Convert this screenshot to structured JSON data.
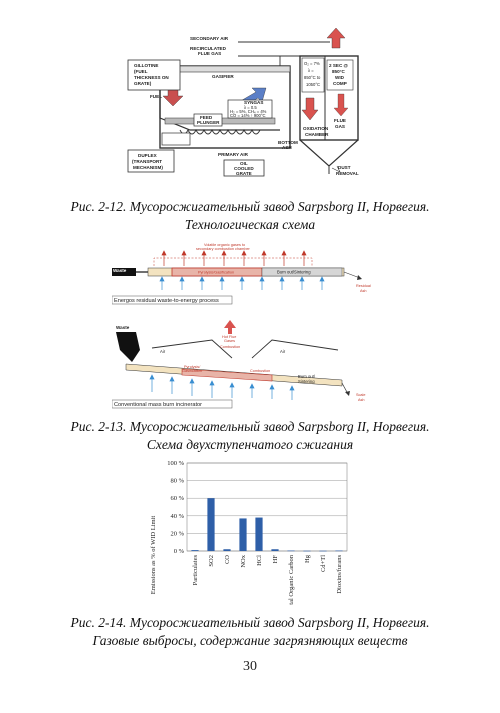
{
  "figure_12": {
    "labels": {
      "secondary_air": "SECONDARY AIR",
      "recirculated": "RECIRCULATED",
      "flue_gas": "FLUE GAS",
      "gillotine": "GILLOTINE",
      "fuel": "(FUEL",
      "thickness": "THICKNESS ON",
      "grate": "GRATE)",
      "fuel_arrow": "FUEL",
      "gasifier": "GASIFIER",
      "feed": "FEED",
      "plunger": "PLUNGER",
      "syngas": "SYNGAS",
      "lambda": "λ = 0.5",
      "h2_ch4": "H₂ = 5%, CH₄ = 4%",
      "co_temp": "CO = 14% ↑  900°C",
      "bottom": "BOTTOM",
      "ash": "ASH",
      "primary_air": "PRIMARY AIR",
      "duplex": "DUPLEX",
      "transport": "(TRANSPORT",
      "mechanism": "MECHANISM)",
      "oil": "OIL",
      "cooled": "COOLED",
      "grate2": "GRATE",
      "o2": "O₂ = 7%",
      "lambda2": "λ =",
      "temp_range": "850°C to",
      "temp_range2": "1050°C",
      "two_sec": "2 SEC @",
      "temp850": "850°C",
      "wid": "WID",
      "comp": "COMP",
      "oxidation": "OXIDATION",
      "chamber": "CHAMBER",
      "flue_gas_out": "FLUE",
      "gas_out": "GAS",
      "dust": "DUST",
      "removal": "REMOVAL"
    },
    "caption_line1": "Рис. 2-12. Мусоросжигательный завод Sarpsborg II, Норвегия.",
    "caption_line2": "Технологическая схема"
  },
  "figure_13": {
    "top_panel": {
      "waste_label": "Waste",
      "red_note1": "Volatile organic gases to",
      "red_note2": "secondary combustion chamber",
      "pyrolysis_label": "Pyrolysis/Gasification",
      "burnout_label": "Burn out/Sintering",
      "residual": "Residual",
      "ash": "Ash",
      "panel_caption": "Energos residual waste-to-energy process"
    },
    "bottom_panel": {
      "waste_label": "Waste",
      "hot_flue1": "Hot Flue",
      "hot_flue2": "Gases",
      "combustion_top": "Combustion",
      "air_left": "Air",
      "air_right": "Air",
      "pyrolysis1": "Pyrolysis/",
      "pyrolysis2": "Gasification",
      "combustion": "Combustion",
      "burnout1": "Burn out/",
      "burnout2": "Sintering",
      "scale1": "Scale",
      "scale2": "Ash",
      "panel_caption": "Conventional mass burn incinerator"
    },
    "caption_line1": "Рис. 2-13. Мусоросжигательный завод Sarpsborg II, Норвегия.",
    "caption_line2": "Схема двухступенчатого сжигания"
  },
  "figure_14": {
    "caption_line1": "Рис. 2-14. Мусоросжигательный завод Sarpsborg II, Норвегия.",
    "caption_line2": "Газовые выбросы, содержание загрязняющих веществ"
  },
  "chart_data": {
    "type": "bar",
    "ylabel": "Emissions as % of WID Limit",
    "xlabel": "",
    "ylim": [
      0,
      100
    ],
    "yticks": [
      "0 %",
      "20 %",
      "40 %",
      "60 %",
      "80 %",
      "100 %"
    ],
    "grid": true,
    "bar_color": "#2e5fa8",
    "categories": [
      "Particulates",
      "SO2",
      "CO",
      "NOx",
      "HCl",
      "HF",
      "Total Organic Carbon",
      "Hg",
      "Cd+Tl",
      "Dioxins/furans"
    ],
    "values": [
      1,
      60,
      2,
      37,
      38,
      2,
      0.5,
      0.3,
      0.3,
      0.5
    ]
  },
  "page_number": "30"
}
